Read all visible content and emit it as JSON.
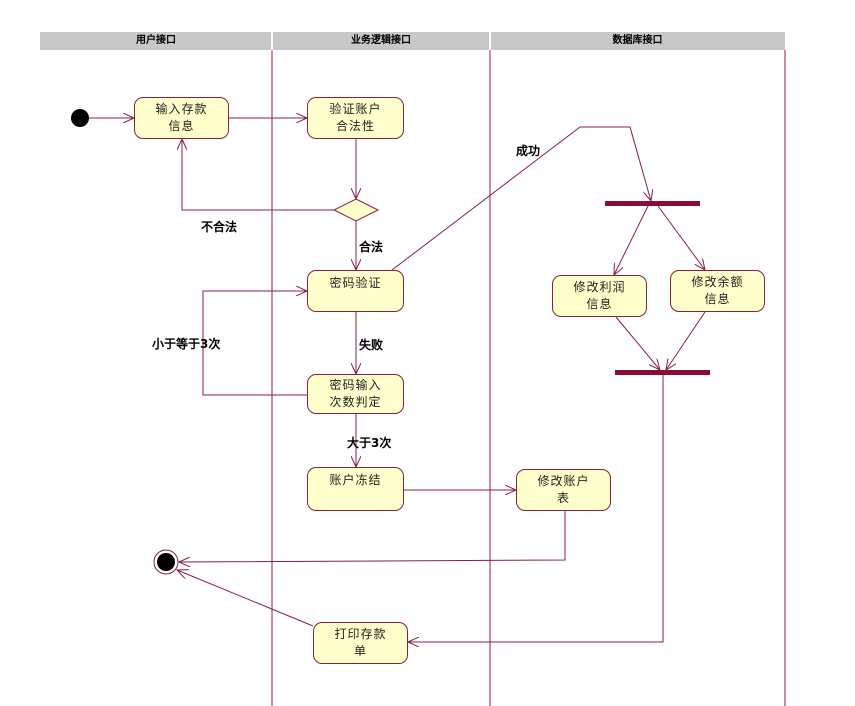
{
  "lanes": [
    {
      "title": "用户接口"
    },
    {
      "title": "业务逻辑接口"
    },
    {
      "title": "数据库接口"
    }
  ],
  "nodes": {
    "input_deposit": {
      "line1": "输入存款",
      "line2": "信息"
    },
    "verify_account": {
      "line1": "验证账户",
      "line2": "合法性"
    },
    "password_verify": {
      "line1": "密码验证",
      "line2": ""
    },
    "password_count": {
      "line1": "密码输入",
      "line2": "次数判定"
    },
    "freeze_account": {
      "line1": "账户冻结",
      "line2": ""
    },
    "modify_account_table": {
      "line1": "修改账户",
      "line2": "表"
    },
    "modify_profit": {
      "line1": "修改利润",
      "line2": "信息"
    },
    "modify_balance": {
      "line1": "修改余额",
      "line2": "信息"
    },
    "print_receipt": {
      "line1": "打印存款",
      "line2": "单"
    }
  },
  "edge_labels": {
    "success": "成功",
    "illegal": "不合法",
    "legal": "合法",
    "fail": "失败",
    "le3": "小于等于3次",
    "gt3": "大于3次"
  },
  "colors": {
    "line": "#8a1f3f",
    "node_fill": "#ffffcc",
    "header": "#c8c8c8",
    "bar": "#8b0a3c"
  }
}
